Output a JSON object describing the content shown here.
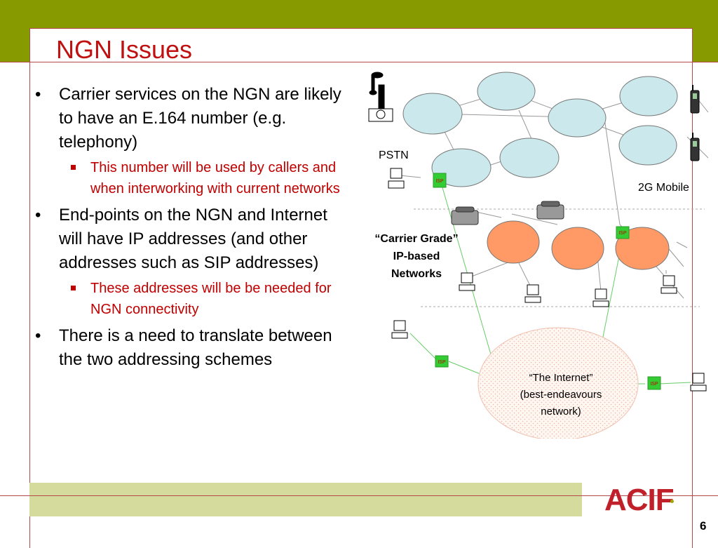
{
  "slide": {
    "title": "NGN Issues",
    "page_number": "6",
    "logo_text": "ACIF"
  },
  "bullets": [
    {
      "text": "Carrier services on the NGN are likely to have an E.164 number (e.g. telephony)"
    },
    {
      "text": "This number will be used by callers and when interworking with current networks"
    },
    {
      "text": "End-points on the NGN and Internet will have IP addresses (and other addresses such as SIP addresses)"
    },
    {
      "text": "These addresses will be be needed for NGN connectivity"
    },
    {
      "text": "There is a need to translate between the two addressing schemes"
    }
  ],
  "diagram": {
    "pstn_label": "PSTN",
    "mobile_label": "2G Mobile",
    "carrier_label_1": "“Carrier Grade”",
    "carrier_label_2": "IP-based",
    "carrier_label_3": "Networks",
    "internet_label_1": "“The Internet”",
    "internet_label_2": "(best-endeavours",
    "internet_label_3": "network)",
    "isp_label": "ISP",
    "colors": {
      "pstn_cloud": "#cbe9ec",
      "carrier_cloud": "#ff9966",
      "internet_cloud": "#fff5f0",
      "isp_box": "#33cc33",
      "link_green": "#66cc66"
    }
  }
}
